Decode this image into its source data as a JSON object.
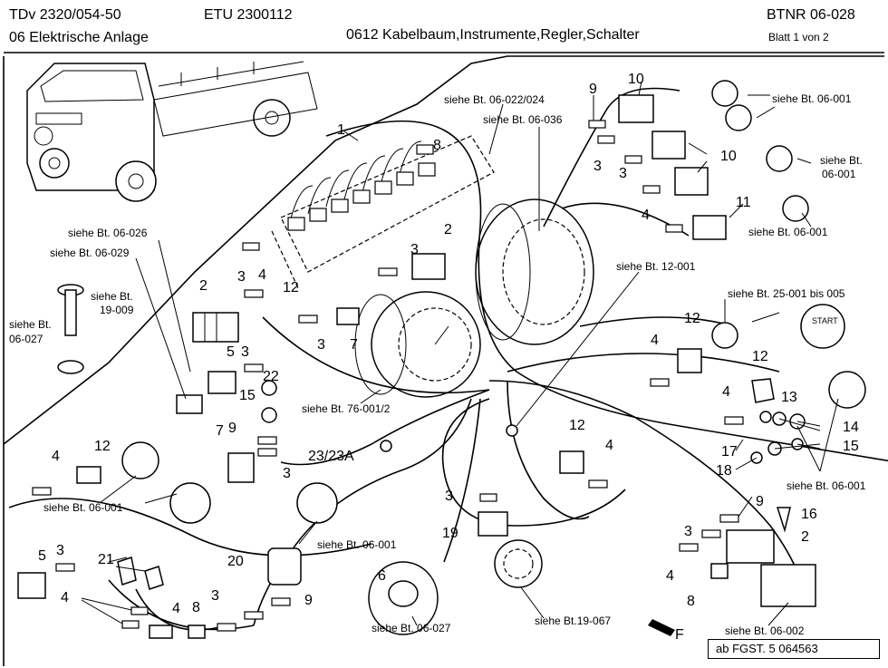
{
  "header": {
    "doc_code": "TDv 2320/054-50",
    "etu_code": "ETU 2300112",
    "group": "06 Elektrische Anlage",
    "section": "0612  Kabelbaum,Instrumente,Regler,Schalter",
    "btnr": "BTNR 06-028",
    "sheet": "Blatt  1 von 2"
  },
  "refs": {
    "r1": "siehe Bt. 06-022/024",
    "r2": "siehe Bt. 06-036",
    "r3": "siehe Bt. 06-001",
    "r4": "siehe Bt.",
    "r5": "06-001",
    "r6": "siehe Bt. 06-001",
    "r7": "siehe Bt. 06-026",
    "r8": "siehe Bt. 06-029",
    "r9": "siehe Bt.",
    "r10": "19-009",
    "r11": "siehe Bt.",
    "r12": "06-027",
    "r13": "siehe Bt. 12-001",
    "r14": "siehe Bt. 25-001 bis 005",
    "r15": "siehe Bt. 76-001/2",
    "r16": "siehe Bt. 06-001",
    "r17": "siehe Bt. 06-001",
    "r18": "siehe Bt. 06-001",
    "r19": "siehe Bt. 06-027",
    "r20": "siehe Bt.19-067",
    "r21": "siehe Bt. 06-002",
    "start": "START",
    "arrow": "F",
    "label_2323a": "23/23A"
  },
  "callouts": [
    "1",
    "2",
    "2",
    "2",
    "3",
    "3",
    "3",
    "3",
    "3",
    "3",
    "3",
    "3",
    "3",
    "3",
    "3",
    "4",
    "4",
    "4",
    "4",
    "4",
    "4",
    "4",
    "4",
    "4",
    "5",
    "5",
    "6",
    "7",
    "7",
    "8",
    "8",
    "8",
    "9",
    "9",
    "9",
    "9",
    "10",
    "10",
    "11",
    "12",
    "12",
    "12",
    "12",
    "12",
    "13",
    "14",
    "15",
    "15",
    "16",
    "17",
    "18",
    "19",
    "20",
    "21",
    "22"
  ],
  "footer": {
    "fgst": "ab  FGST.  5  064563"
  }
}
